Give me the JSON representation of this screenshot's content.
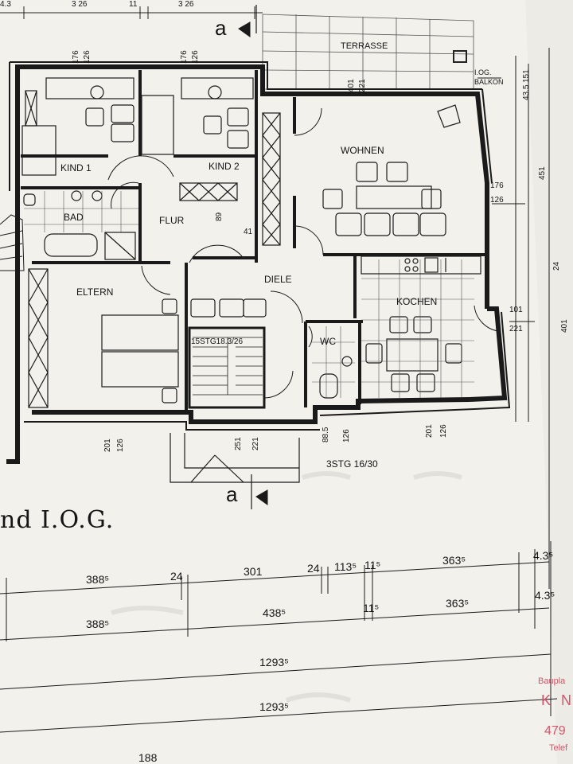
{
  "floor_plan": {
    "title": "nd I.O.G.",
    "section_marks": [
      "a",
      "a"
    ],
    "rooms": {
      "terrace": "TERRASSE",
      "balcony_line1": "I.OG.",
      "balcony_line2": "BALKON",
      "kind1": "KIND 1",
      "kind2": "KIND 2",
      "wohnen": "WOHNEN",
      "bad": "BAD",
      "flur": "FLUR",
      "diele": "DIELE",
      "eltern": "ELTERN",
      "kochen": "KOCHEN",
      "wc": "WC"
    },
    "stairs": {
      "inner": "15STG18.3/26",
      "outer": "3STG 16/30"
    },
    "top_dims": [
      "4.3",
      "3 26",
      "11",
      "3 26"
    ],
    "opening_dims": {
      "kind1": [
        "176",
        "126"
      ],
      "kind2": [
        "176",
        "126"
      ],
      "terrace": [
        "401",
        "221"
      ],
      "balcony": [
        "43.5",
        "151"
      ],
      "wohnen_win": [
        "176",
        "126"
      ],
      "flur_a": "89",
      "flur_b": "41",
      "right_a": "101",
      "right_b": "221",
      "eltern_win": [
        "201",
        "126"
      ],
      "entry": [
        "251",
        "221"
      ],
      "wc_win": [
        "88.5",
        "126"
      ],
      "kochen_win": [
        "201",
        "126"
      ],
      "side_451": "451",
      "side_24": "24",
      "side_401": "401"
    },
    "dimension_rows": [
      [
        "388⁵",
        "24",
        "301",
        "24",
        "113⁵",
        "11⁵",
        "363⁵",
        "4.3⁵"
      ],
      [
        "388⁵",
        "438⁵",
        "11⁵",
        "363⁵",
        "4.3⁵"
      ]
    ],
    "totals": [
      "1293⁵",
      "1293⁵"
    ],
    "bottom_partial": "188",
    "stamp": {
      "line1": "Baupla",
      "line2": "K N",
      "line3": "479",
      "line4": "Telef"
    }
  }
}
